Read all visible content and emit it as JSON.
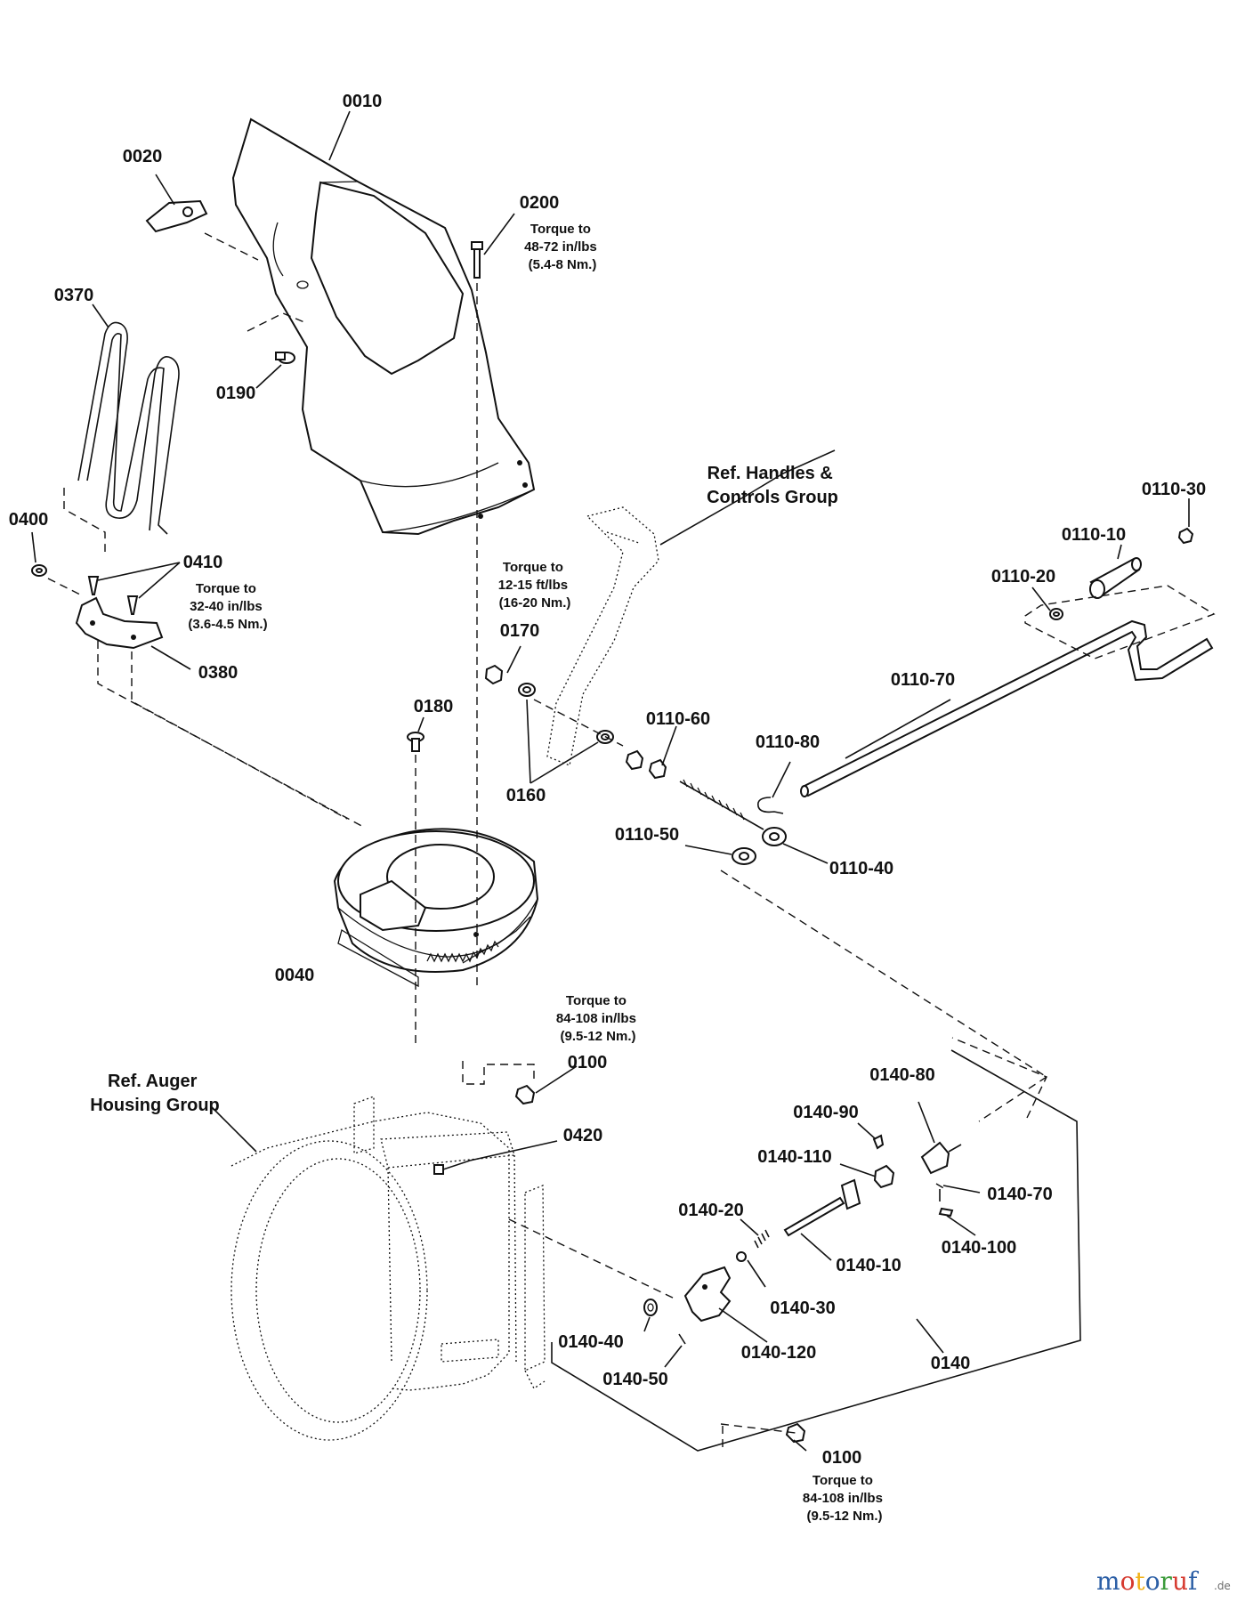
{
  "parts": {
    "p0010": "0010",
    "p0020": "0020",
    "p0200": "0200",
    "p0370": "0370",
    "p0190": "0190",
    "p0400": "0400",
    "p0410": "0410",
    "p0380": "0380",
    "p0180": "0180",
    "p0170": "0170",
    "p0160": "0160",
    "p0040": "0040",
    "p0110_30": "0110-30",
    "p0110_10": "0110-10",
    "p0110_20": "0110-20",
    "p0110_70": "0110-70",
    "p0110_60": "0110-60",
    "p0110_80": "0110-80",
    "p0110_50": "0110-50",
    "p0110_40": "0110-40",
    "p0100_top": "0100",
    "p0420": "0420",
    "p0140_80": "0140-80",
    "p0140_90": "0140-90",
    "p0140_110": "0140-110",
    "p0140_70": "0140-70",
    "p0140_20": "0140-20",
    "p0140_100": "0140-100",
    "p0140_10": "0140-10",
    "p0140_30": "0140-30",
    "p0140_40": "0140-40",
    "p0140_120": "0140-120",
    "p0140_50": "0140-50",
    "p0140": "0140",
    "p0100_bottom": "0100"
  },
  "torque_notes": {
    "t0200": [
      "Torque to",
      "48-72 in/lbs",
      "(5.4-8 Nm.)"
    ],
    "t0410": [
      "Torque to",
      "32-40 in/lbs",
      "(3.6-4.5 Nm.)"
    ],
    "t0170": [
      "Torque to",
      "12-15 ft/lbs",
      "(16-20 Nm.)"
    ],
    "t0100_top": [
      "Torque to",
      "84-108 in/lbs",
      "(9.5-12 Nm.)"
    ],
    "t0100_bottom": [
      "Torque to",
      "84-108 in/lbs",
      "(9.5-12 Nm.)"
    ]
  },
  "references": {
    "handles": [
      "Ref. Handles &",
      "Controls Group"
    ],
    "auger": [
      "Ref. Auger",
      "Housing Group"
    ]
  },
  "watermark": {
    "main": "motoruf",
    "suffix": ".de",
    "colors": [
      "#2c5fa6",
      "#d63a2f",
      "#f2b21a",
      "#2c5fa6",
      "#3b9b3a",
      "#d63a2f",
      "#2c5fa6"
    ]
  }
}
